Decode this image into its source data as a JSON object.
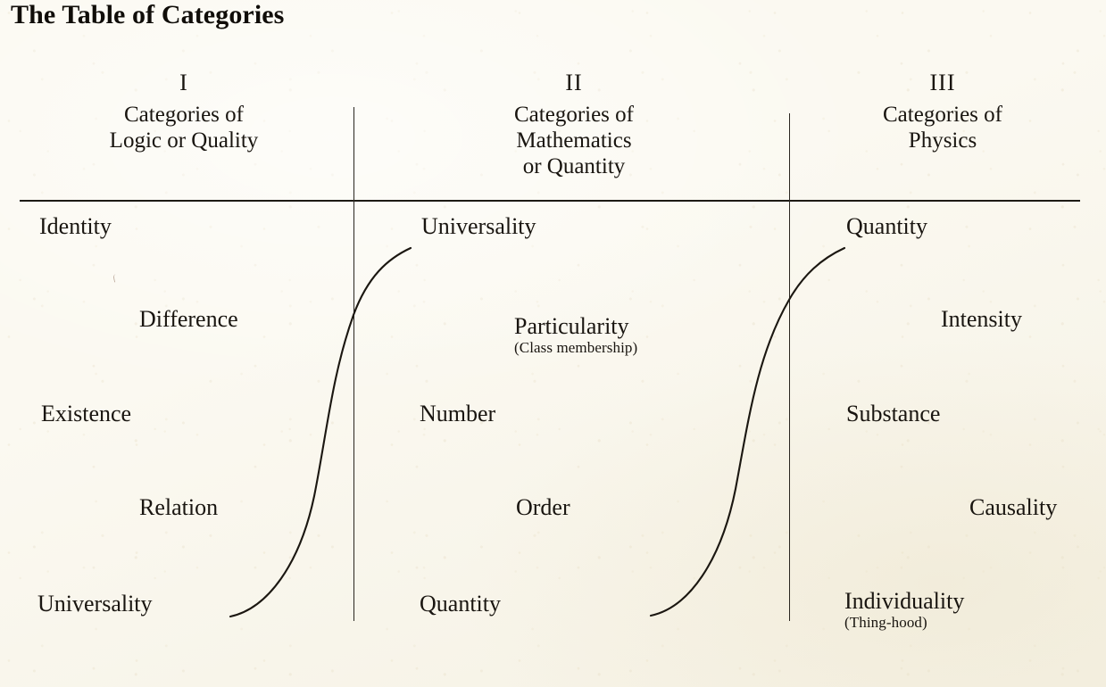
{
  "document": {
    "title": "The Table of Categories"
  },
  "columns": [
    {
      "numeral": "I",
      "heading_lines": [
        "Categories of",
        "Logic or Quality"
      ],
      "entries": [
        {
          "label": "Identity",
          "sub": ""
        },
        {
          "label": "Difference",
          "sub": ""
        },
        {
          "label": "Existence",
          "sub": ""
        },
        {
          "label": "Relation",
          "sub": ""
        },
        {
          "label": "Universality",
          "sub": ""
        }
      ]
    },
    {
      "numeral": "II",
      "heading_lines": [
        "Categories of",
        "Mathematics",
        "or Quantity"
      ],
      "entries": [
        {
          "label": "Universality",
          "sub": ""
        },
        {
          "label": "Particularity",
          "sub": "(Class membership)"
        },
        {
          "label": "Number",
          "sub": ""
        },
        {
          "label": "Order",
          "sub": ""
        },
        {
          "label": "Quantity",
          "sub": ""
        }
      ]
    },
    {
      "numeral": "III",
      "heading_lines": [
        "Categories of",
        "Physics"
      ],
      "entries": [
        {
          "label": "Quantity",
          "sub": ""
        },
        {
          "label": "Intensity",
          "sub": ""
        },
        {
          "label": "Substance",
          "sub": ""
        },
        {
          "label": "Causality",
          "sub": ""
        },
        {
          "label": "Individuality",
          "sub": "(Thing-hood)"
        }
      ]
    }
  ],
  "rules": {
    "header_rule": "horizontal-rule",
    "divider_1": "vertical-divider",
    "divider_2": "vertical-divider"
  },
  "connectors": [
    {
      "name": "s-curve-column-1-to-2",
      "from": "Universality (col I)",
      "to": "Universality (col II)"
    },
    {
      "name": "s-curve-column-2-to-3",
      "from": "Quantity (col II)",
      "to": "Quantity (col III)"
    }
  ],
  "colors": {
    "paper": "#fbf9f1",
    "ink": "#191510",
    "rule": "#1d1a14"
  }
}
